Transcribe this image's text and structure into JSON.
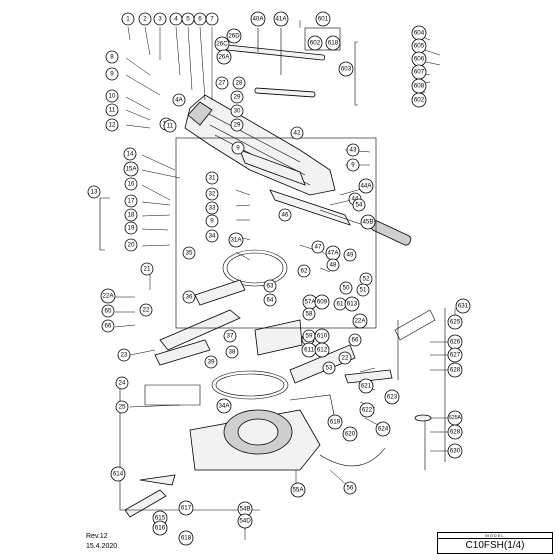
{
  "model_header": "MODEL",
  "model_name": "C10FSH(1/4)",
  "revision": "Rev.12",
  "date": "15.4.2020",
  "callouts": [
    "1",
    "2",
    "3",
    "4",
    "5",
    "6",
    "7",
    "8",
    "9",
    "10",
    "11",
    "12",
    "14",
    "15A",
    "16",
    "13",
    "17",
    "18",
    "19",
    "20",
    "21",
    "22A",
    "65",
    "66",
    "22",
    "23",
    "24",
    "25",
    "614",
    "615",
    "616",
    "617",
    "618",
    "40A",
    "41A",
    "26C",
    "26D",
    "26A",
    "27",
    "28",
    "29",
    "30",
    "29",
    "42",
    "43",
    "9",
    "44A",
    "44",
    "45B",
    "31",
    "32",
    "33",
    "9",
    "34",
    "46",
    "31A",
    "47",
    "47A",
    "48",
    "49",
    "52",
    "50",
    "51",
    "62",
    "63",
    "64",
    "35",
    "36",
    "38",
    "37",
    "39",
    "34A",
    "60",
    "61",
    "613",
    "57A",
    "609",
    "58",
    "59",
    "610",
    "611",
    "612",
    "22A",
    "66",
    "22",
    "53",
    "619",
    "620",
    "621",
    "622",
    "623",
    "624",
    "55A",
    "56",
    "54B",
    "54D",
    "601",
    "602",
    "618",
    "603",
    "604",
    "605",
    "606",
    "607",
    "608",
    "602",
    "631",
    "625",
    "626",
    "627",
    "628",
    "625A",
    "628",
    "630",
    "4A",
    "9",
    "10",
    "11",
    "54"
  ]
}
